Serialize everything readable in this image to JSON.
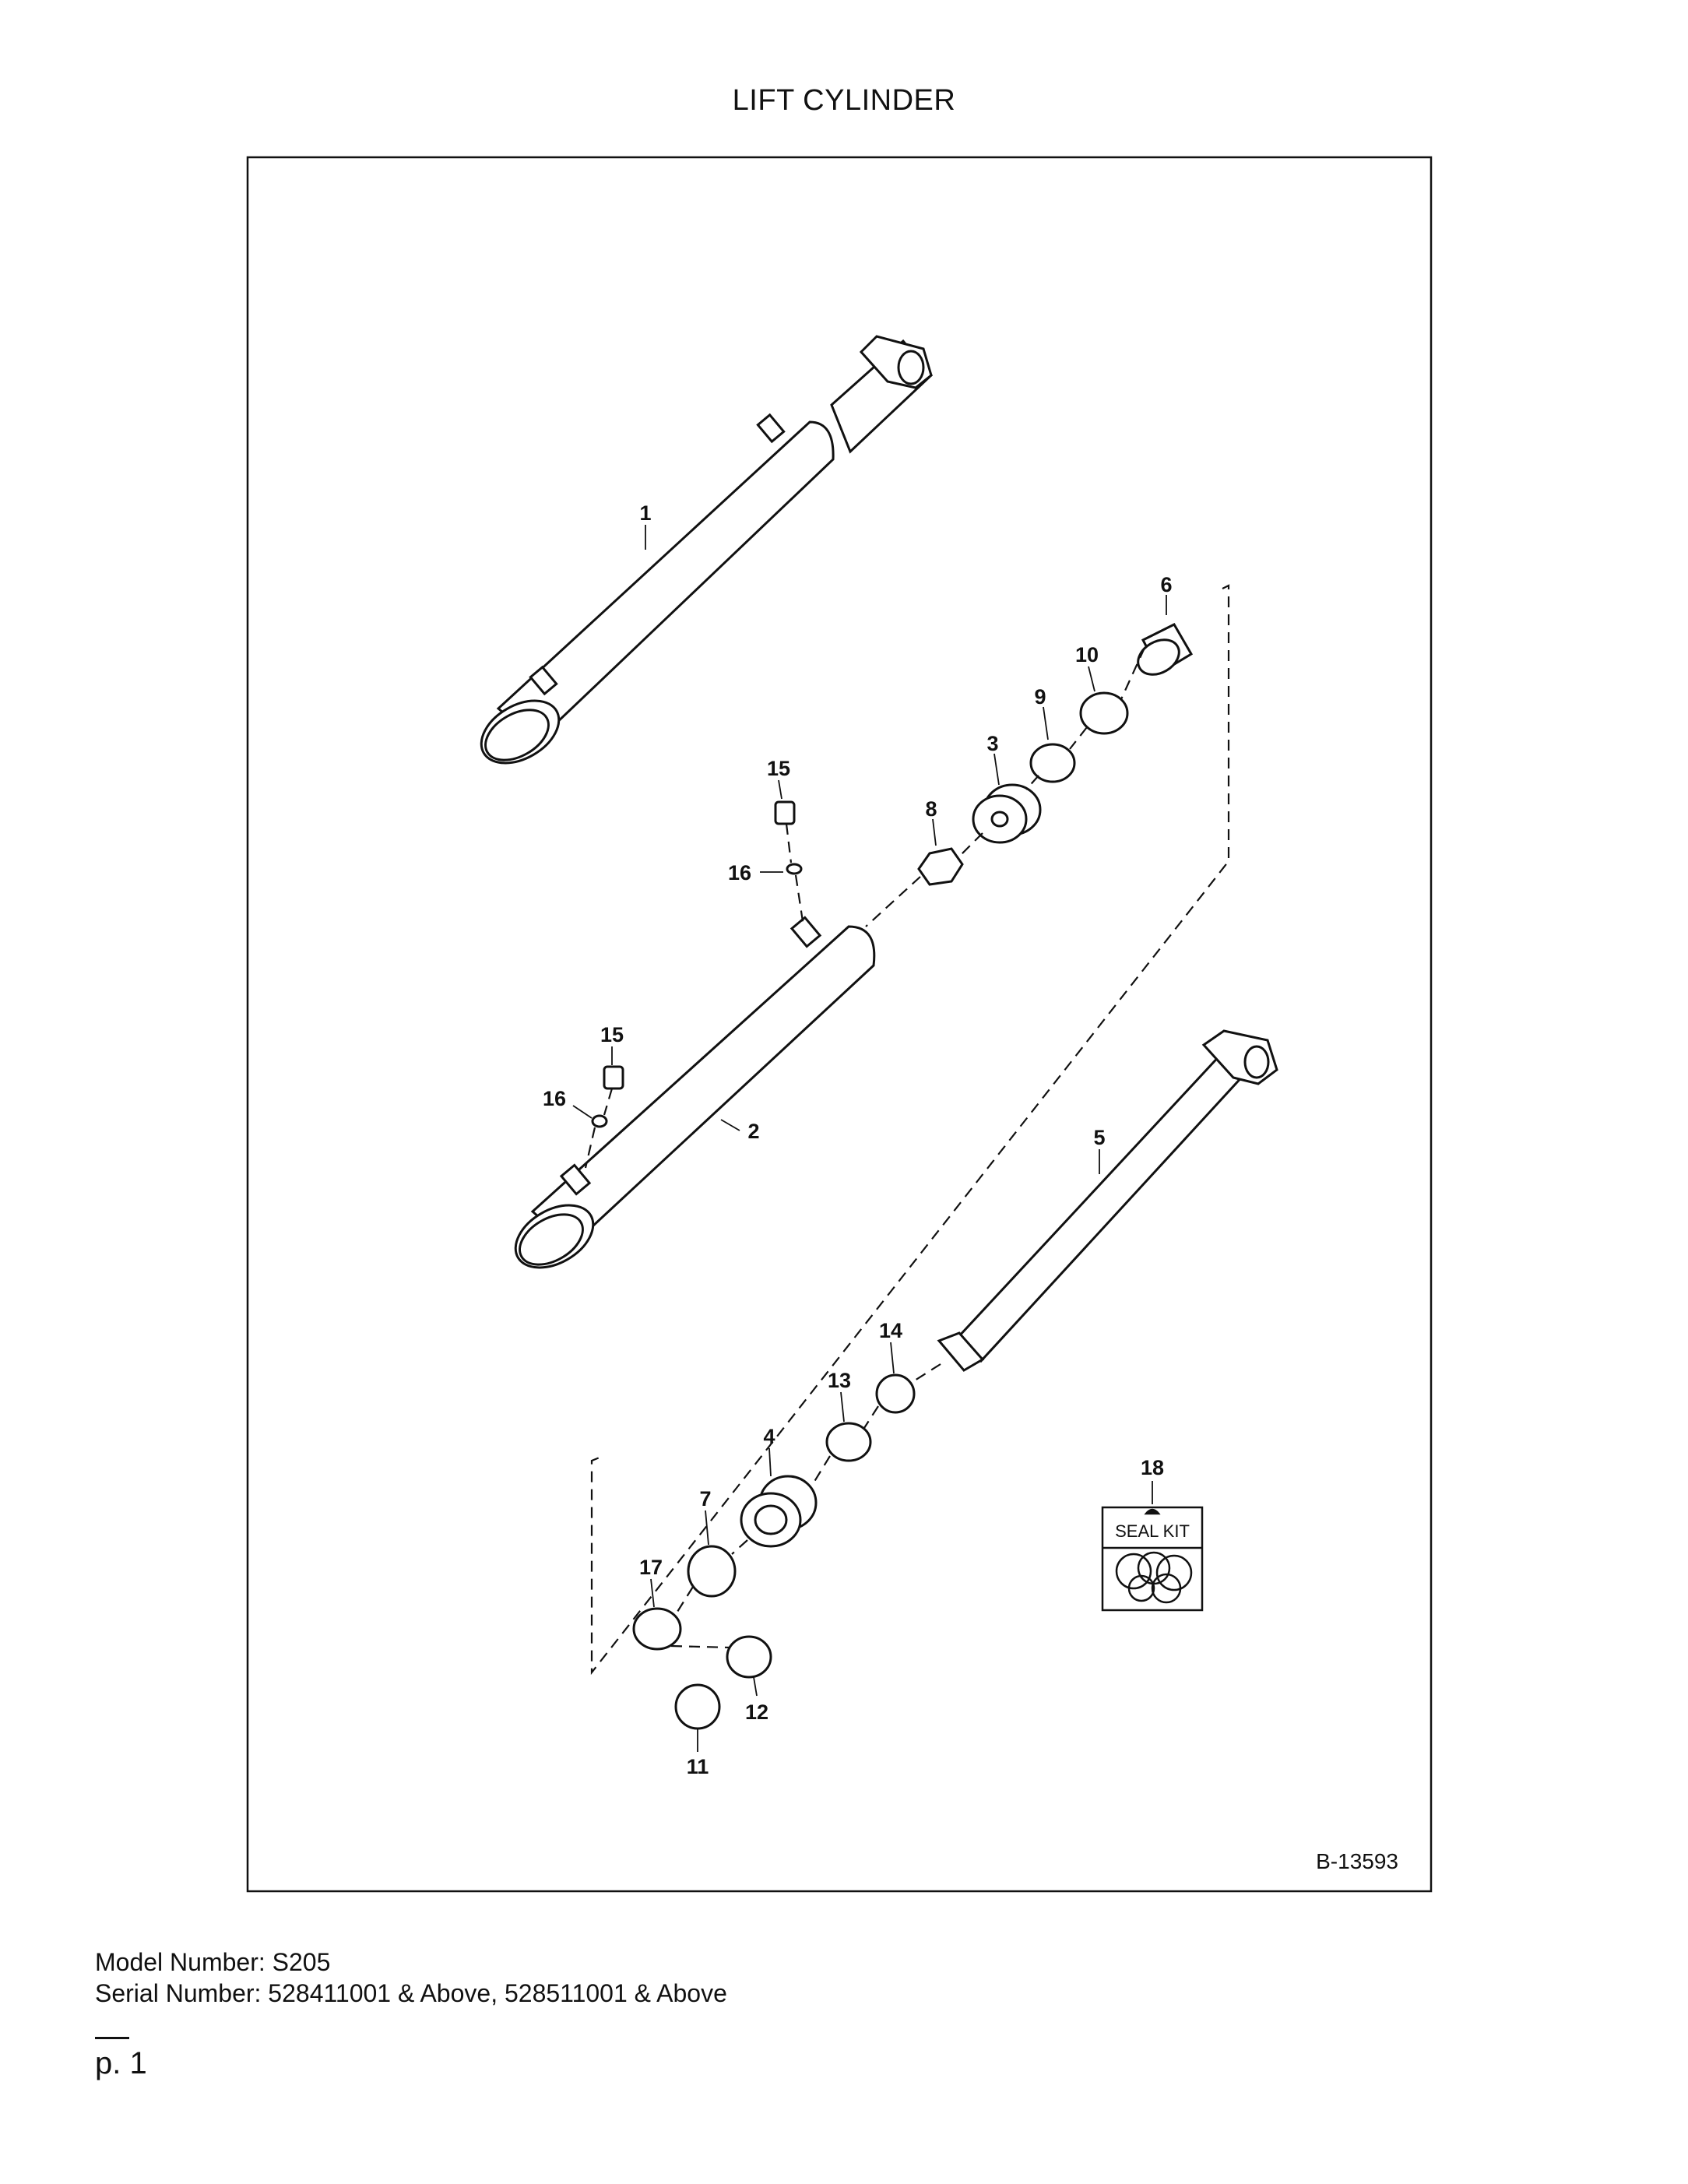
{
  "title": "LIFT CYLINDER",
  "figure_code": "B-13593",
  "callouts": {
    "c1": "1",
    "c2": "2",
    "c3": "3",
    "c4": "4",
    "c5": "5",
    "c6": "6",
    "c7": "7",
    "c8": "8",
    "c9": "9",
    "c10": "10",
    "c11": "11",
    "c12": "12",
    "c13": "13",
    "c14": "14",
    "c15a": "15",
    "c15b": "15",
    "c16a": "16",
    "c16b": "16",
    "c17": "17",
    "c18": "18"
  },
  "seal_kit_label": "SEAL KIT",
  "model_number": "Model Number: S205",
  "serial_number": "Serial Number: 528411001 & Above, 528511001 & Above",
  "page_number": "p. 1"
}
